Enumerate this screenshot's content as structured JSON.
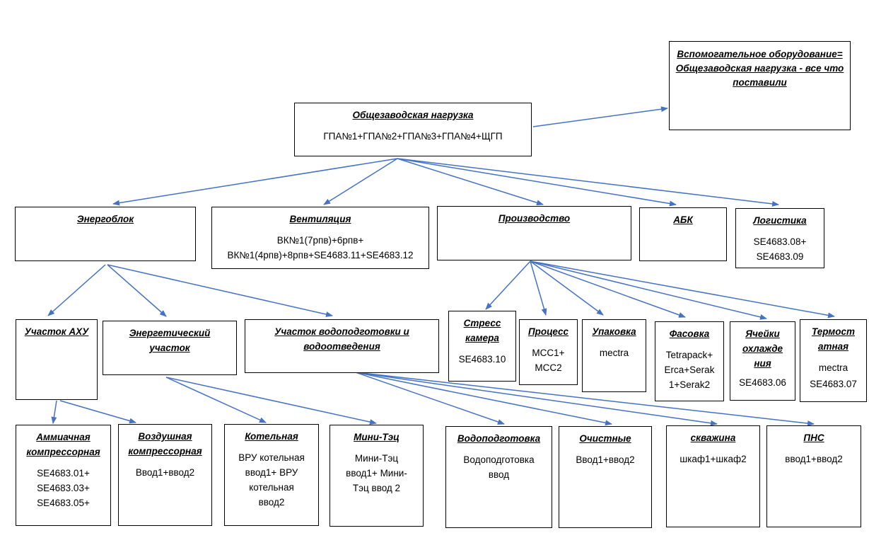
{
  "root": {
    "title": "Общезаводская нагрузка",
    "body": "ГПА№1+ГПА№2+ГПА№3+ГПА№4+ЩГП"
  },
  "aux": {
    "title": "Вспомогательное оборудование= Общезаводская нагрузка - все что поставили"
  },
  "energoblok": {
    "title": "Энергоблок"
  },
  "ventilation": {
    "title": "Вентиляция",
    "body_line1": "ВК№1(7рпв)+6рпв+",
    "body_line2": "ВК№1(4рпв)+8рпв+SE4683.11+SE4683.12"
  },
  "production": {
    "title": "Производство"
  },
  "abk": {
    "title": "АБК"
  },
  "logistics": {
    "title": "Логистика",
    "body_line1": "SE4683.08+",
    "body_line2": "SE4683.09"
  },
  "axu": {
    "title": "Участок АХУ"
  },
  "energy_section": {
    "title_line1": "Энергетический",
    "title_line2": "участок"
  },
  "water_section": {
    "title_line1": "Участок водоподготовки и",
    "title_line2": "водоотведения"
  },
  "stress": {
    "title_line1": "Стресс",
    "title_line2": "камера",
    "body": "SE4683.10"
  },
  "process": {
    "title": "Процесс",
    "body_line1": "MCC1+",
    "body_line2": "MCC2"
  },
  "packing": {
    "title": "Упаковка",
    "body": "mectra"
  },
  "filling": {
    "title": "Фасовка",
    "body_line1": "Tetrapack+",
    "body_line2": "Erca+Serak",
    "body_line3": "1+Serak2"
  },
  "cooling": {
    "title_line1": "Ячейки",
    "title_line2": "охлажде",
    "title_line3": "ния",
    "body": "SE4683.06"
  },
  "thermo": {
    "title_line1": "Термост",
    "title_line2": "атная",
    "body_line1": "mectra",
    "body_line2": "SE4683.07"
  },
  "ammonia": {
    "title_line1": "Аммиачная",
    "title_line2": "компрессорная",
    "body_line1": "SE4683.01+",
    "body_line2": "SE4683.03+",
    "body_line3": "SE4683.05+"
  },
  "air": {
    "title_line1": "Воздушная",
    "title_line2": "компрессорная",
    "body": "Ввод1+ввод2"
  },
  "boiler": {
    "title": "Котельная",
    "body_line1": "ВРУ котельная",
    "body_line2": "ввод1+ ВРУ",
    "body_line3": "котельная",
    "body_line4": "ввод2"
  },
  "mini_tec": {
    "title": "Мини-Тэц",
    "body_line1": "Мини-Тэц",
    "body_line2": "ввод1+ Мини-",
    "body_line3": "Тэц ввод 2"
  },
  "water_prep": {
    "title": "Водоподготовка",
    "body_line1": "Водоподготовка",
    "body_line2": "ввод"
  },
  "treatment": {
    "title": "Очистные",
    "body": "Ввод1+ввод2"
  },
  "well": {
    "title": "скважина",
    "body": "шкаф1+шкаф2"
  },
  "pns": {
    "title": "ПНС",
    "body": "ввод1+ввод2"
  },
  "colors": {
    "connector": "#4472C4",
    "border": "#000000"
  }
}
